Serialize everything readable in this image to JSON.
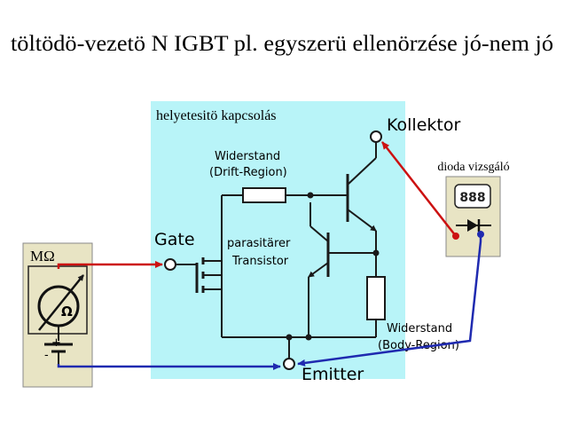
{
  "title": "töltödö-vezetö N  IGBT pl.  egyszerü  ellenörzése jó-nem jó",
  "equivalent_circuit_label": "helyetesitö kapcsolás",
  "labels": {
    "kollektor": "Kollektor",
    "gate": "Gate",
    "emitter": "Emitter",
    "drift_line1": "Widerstand",
    "drift_line2": "(Drift-Region)",
    "parasitic_line1": "parasitärer",
    "parasitic_line2": "Transistor",
    "body_line1": "Widerstand",
    "body_line2": "(Body-Region)"
  },
  "ohmmeter": {
    "label": "MΩ",
    "symbol": "Ω",
    "plus": "+",
    "minus": "-"
  },
  "diode_tester": {
    "label": "dioda vizsgáló",
    "display": "888"
  },
  "colors": {
    "box_fill": "#b8f4f8",
    "meter_fill": "#e8e4c4",
    "red_wire": "#cc1111",
    "blue_wire": "#1f2ab0",
    "circuit": "#1a1a1a"
  }
}
